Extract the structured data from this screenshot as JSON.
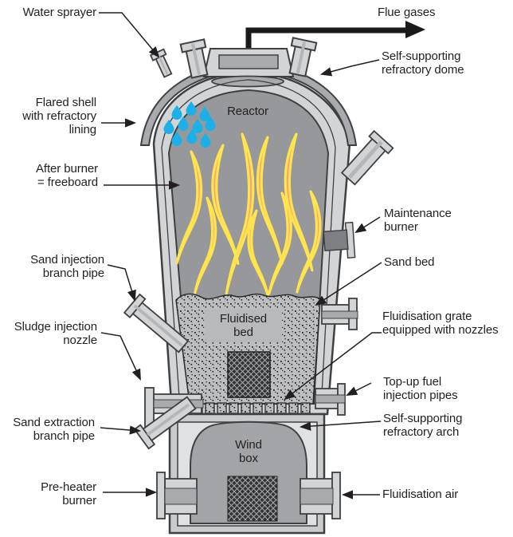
{
  "labels": {
    "water_sprayer": "Water sprayer",
    "flue_gases": "Flue gases",
    "refractory_dome": "Self-supporting\nrefractory dome",
    "flared_shell": "Flared shell\nwith refractory\nlining",
    "after_burner": "After burner\n= freeboard",
    "maintenance_burner": "Maintenance\nburner",
    "sand_bed": "Sand bed",
    "sand_injection": "Sand injection\nbranch pipe",
    "fluidisation_grate": "Fluidisation grate\nequipped with nozzles",
    "sludge_injection": "Sludge injection\nnozzle",
    "top_up_fuel": "Top-up fuel\ninjection pipes",
    "refractory_arch": "Self-supporting\nrefractory arch",
    "sand_extraction": "Sand extraction\nbranch pipe",
    "pre_heater": "Pre-heater\nburner",
    "fluidisation_air": "Fluidisation air",
    "reactor": "Reactor",
    "fluidised_bed": "Fluidised\nbed",
    "wind_box": "Wind\nbox"
  },
  "colors": {
    "outline": "#3f4042",
    "shell_light_gray": "#d2d4d5",
    "dome_band_gray": "#a8aaad",
    "interior_gray": "#96989b",
    "windbox_outer": "#c9cbcd",
    "windbox_inner": "#dfe1e2",
    "arch_gray": "#a2a4a7",
    "flame_fill": "#f5a17d",
    "flame_outline": "#ffe44d",
    "water_drop": "#1cb0e8",
    "burner_block": "#7e8083",
    "text": "#231f20",
    "flue_pipe": "#1a1a1a"
  }
}
